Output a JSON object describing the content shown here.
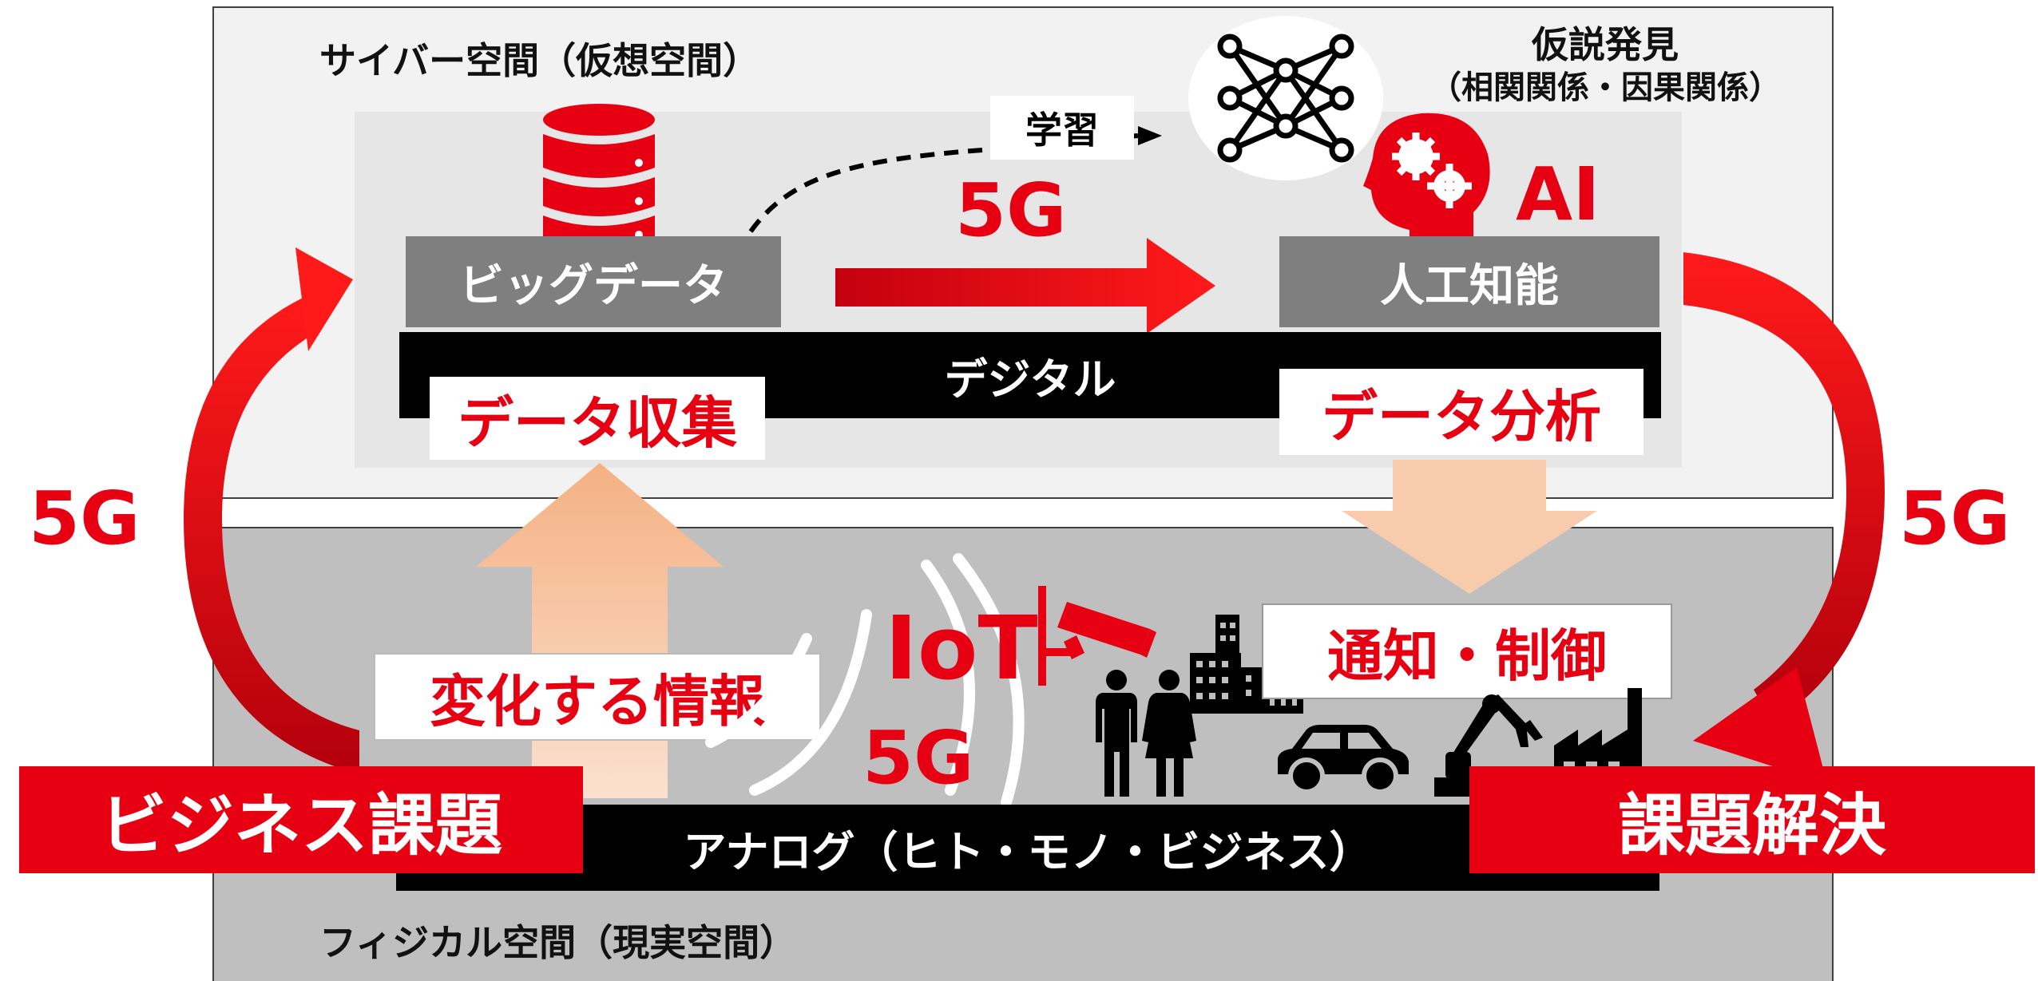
{
  "colors": {
    "accent_red": "#e60012",
    "cyber_bg": "#f2f2f2",
    "physical_bg": "#bfbfbf",
    "box_gray": "#7f7f7f",
    "bar_black": "#000000",
    "peach_arrow": "#f8cbad"
  },
  "cyber": {
    "title": "サイバー空間（仮想空間）",
    "big_data_label": "ビッグデータ",
    "ai_label": "人工知能",
    "ai_badge": "AI",
    "learning_label": "学習",
    "hypothesis_line1": "仮説発見",
    "hypothesis_line2": "（相関関係・因果関係）",
    "digital_bar": "デジタル",
    "data_collection": "データ収集",
    "data_analysis": "データ分析",
    "fiveg_center": "5G"
  },
  "physical": {
    "title": "フィジカル空間（現実空間）",
    "analog_bar": "アナログ（ヒト・モノ・ビジネス）",
    "changing_info": "変化する情報",
    "notify_control": "通知・制御",
    "iot_label": "IoT",
    "fiveg_wireless": "5G"
  },
  "loop": {
    "fiveg_left": "5G",
    "fiveg_right": "5G",
    "business_issue": "ビジネス課題",
    "issue_solved": "課題解決"
  },
  "icons": [
    "database-icon",
    "neural-network-icon",
    "ai-head-gear-icon",
    "cctv-camera-icon",
    "buildings-icon",
    "people-icon",
    "car-icon",
    "robot-arm-icon",
    "factory-icon",
    "wireless-waves-icon"
  ]
}
